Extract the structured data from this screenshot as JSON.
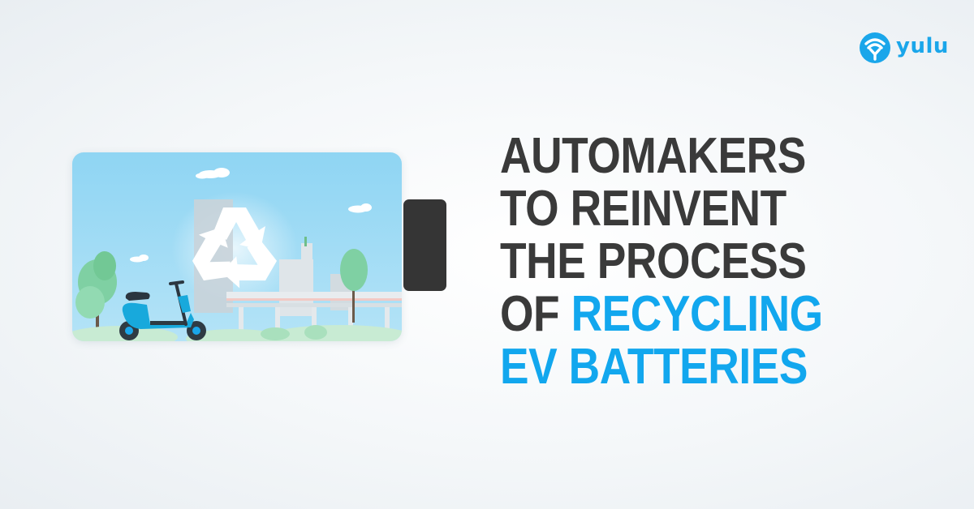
{
  "brand": {
    "name": "yulu",
    "logo_icon": "yulu-logo-mark-icon",
    "color": "#1aa6ea"
  },
  "headline": {
    "line_1": "AUTOMAKERS",
    "line_2": "TO REINVENT",
    "line_3": "THE PROCESS",
    "line_4_prefix": "OF ",
    "line_4_highlight": "RECYCLING",
    "line_5": "EV BATTERIES",
    "dark_color": "#3a3a3a",
    "highlight_color": "#12a7ee"
  },
  "illustration": {
    "subject": "ev-battery-with-recycling-scene",
    "icons": [
      "recycle-icon",
      "electric-scooter-icon",
      "tree-icon",
      "building-icon",
      "cloud-icon"
    ],
    "sky_color": "#8fd3f2",
    "terminal_color": "#353535"
  }
}
